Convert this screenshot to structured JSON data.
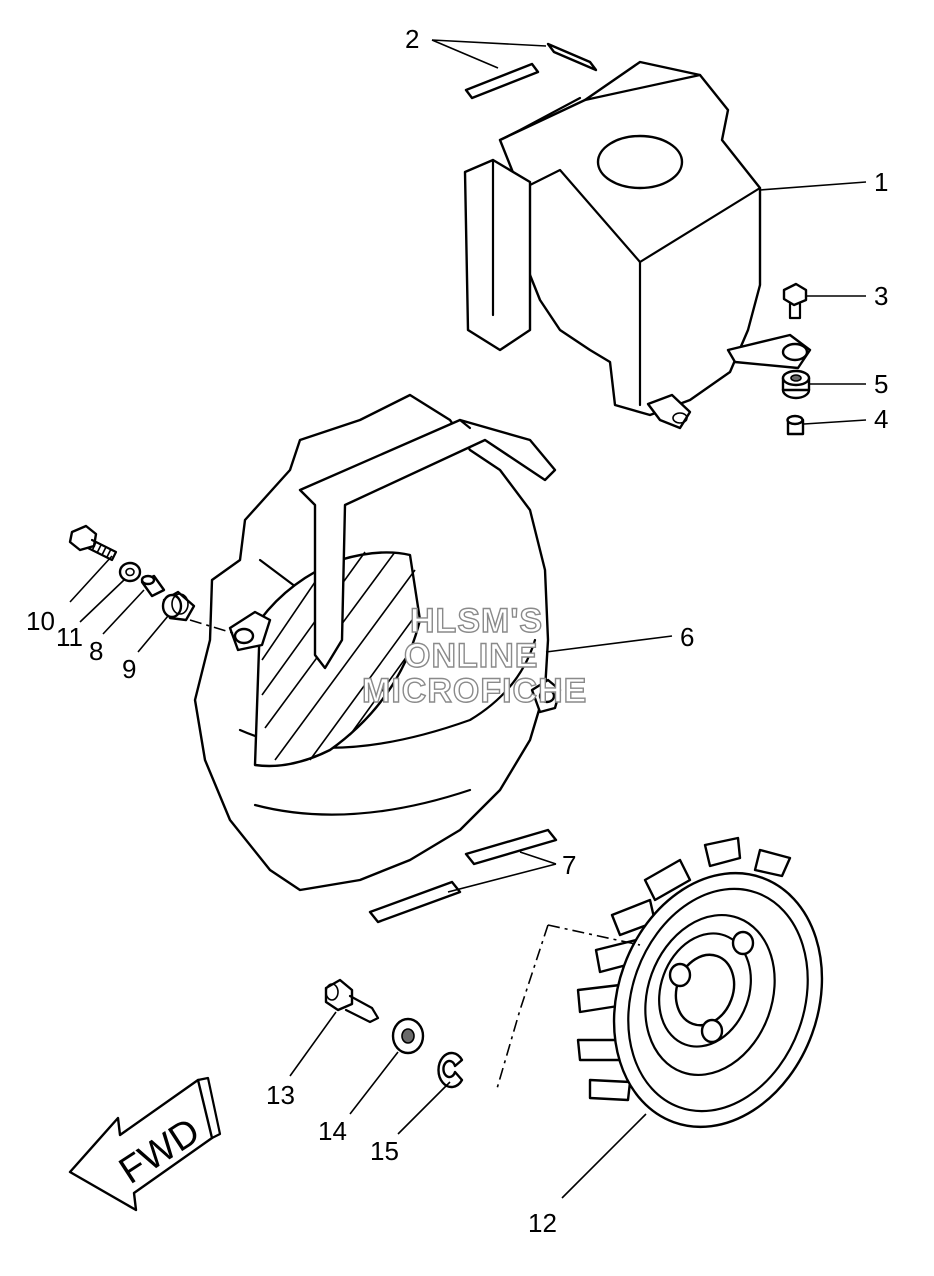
{
  "watermark": {
    "line1": "HLSM'S",
    "line2": "ONLINE",
    "line3": "MICROFICHE"
  },
  "arrow_label": "FWD",
  "callouts": [
    {
      "id": "1",
      "label": "1"
    },
    {
      "id": "2",
      "label": "2"
    },
    {
      "id": "3",
      "label": "3"
    },
    {
      "id": "4",
      "label": "4"
    },
    {
      "id": "5",
      "label": "5"
    },
    {
      "id": "6",
      "label": "6"
    },
    {
      "id": "7",
      "label": "7"
    },
    {
      "id": "8",
      "label": "8"
    },
    {
      "id": "9",
      "label": "9"
    },
    {
      "id": "10",
      "label": "10"
    },
    {
      "id": "11",
      "label": "11"
    },
    {
      "id": "12",
      "label": "12"
    },
    {
      "id": "13",
      "label": "13"
    },
    {
      "id": "14",
      "label": "14"
    },
    {
      "id": "15",
      "label": "15"
    }
  ]
}
